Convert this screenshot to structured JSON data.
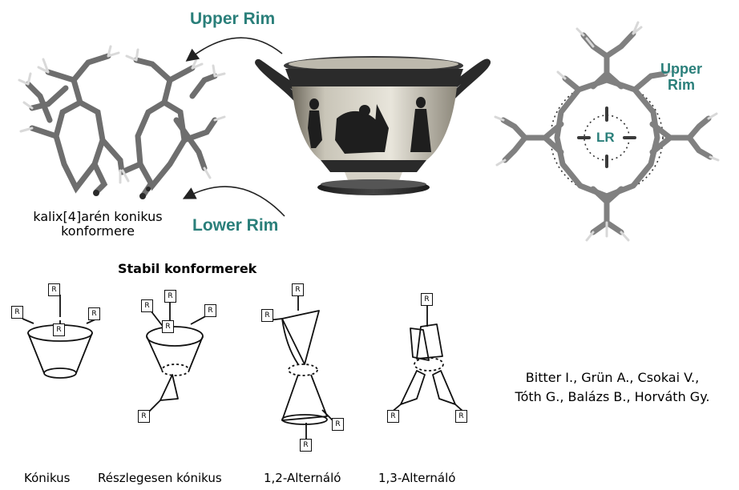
{
  "top": {
    "upper_rim_label": "Upper Rim",
    "lower_rim_label": "Lower Rim",
    "molecule_caption_line1": "kalix[4]arén konikus",
    "molecule_caption_line2": "konformere",
    "top_view_upper_rim_line1": "Upper",
    "top_view_upper_rim_line2": "Rim",
    "top_view_lower_rim": "LR"
  },
  "conformers": {
    "heading": "Stabil konformerek",
    "substituent_label": "R",
    "names": [
      "Kónikus",
      "Részlegesen kónikus",
      "1,2-Alternáló",
      "1,3-Alternáló"
    ]
  },
  "authors": {
    "line1": "Bitter I., Grün A., Csokai V.,",
    "line2": "Tóth G., Balázs B., Horváth Gy."
  },
  "colors": {
    "accent_teal": "#2a7f7a",
    "stick_gray": "#8c8c8c",
    "stick_dark": "#3a3a3a"
  }
}
